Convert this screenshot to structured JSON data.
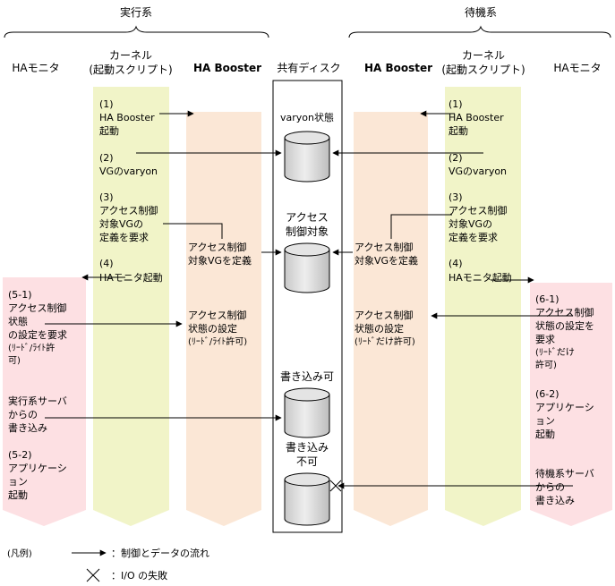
{
  "groups": {
    "left": "実行系",
    "right": "待機系"
  },
  "headers": {
    "ha_monitor_left": "HAモニタ",
    "kernel_left_1": "カーネル",
    "kernel_left_2": "(起動スクリプト)",
    "booster_left": "HA Booster",
    "shared_disk": "共有ディスク",
    "booster_right": "HA Booster",
    "kernel_right_1": "カーネル",
    "kernel_right_2": "(起動スクリプト)",
    "ha_monitor_right": "HAモニタ"
  },
  "left_kernel_steps": [
    [
      "(1)",
      "HA Booster",
      "起動"
    ],
    [
      "(2)",
      "VGのvaryon"
    ],
    [
      "(3)",
      "アクセス制御",
      "対象VGの",
      "定義を要求"
    ],
    [
      "(4)",
      "HAモニタ起動"
    ]
  ],
  "right_kernel_steps": [
    [
      "(1)",
      "HA Booster",
      "起動"
    ],
    [
      "(2)",
      "VGのvaryon"
    ],
    [
      "(3)",
      "アクセス制御",
      "対象VGの",
      "定義を要求"
    ],
    [
      "(4)",
      "HAモニタ起動"
    ]
  ],
  "left_booster": {
    "define": [
      "アクセス制御",
      "対象VGを定義"
    ],
    "setting": [
      "アクセス制御",
      "状態の設定",
      "(ﾘｰﾄﾞ/ﾗｲﾄ許可)"
    ]
  },
  "right_booster": {
    "define": [
      "アクセス制御",
      "対象VGを定義"
    ],
    "setting": [
      "アクセス制御",
      "状態の設定",
      "(ﾘｰﾄﾞだけ許可)"
    ]
  },
  "left_monitor": {
    "step_5_1": [
      "(5-1)",
      "アクセス制御",
      "状態",
      "の設定を要求",
      "(ﾘｰﾄﾞ/ﾗｲﾄ許",
      "可)"
    ],
    "write": [
      "実行系サーバ",
      "からの",
      "書き込み"
    ],
    "step_5_2": [
      "(5-2)",
      "アプリケーシ",
      "ョン",
      "起動"
    ]
  },
  "right_monitor": {
    "step_6_1": [
      "(6-1)",
      "アクセス制御",
      "状態の設定を",
      "要求",
      "(ﾘｰﾄﾞだけ",
      "許可)"
    ],
    "step_6_2": [
      "(6-2)",
      "アプリケーシ",
      "ョン",
      "起動"
    ],
    "write": [
      "待機系サーバ",
      "からの",
      "書き込み"
    ]
  },
  "disk_labels": {
    "varyon": "varyon状態",
    "access_1": "アクセス",
    "access_2": "制御対象",
    "writable": "書き込み可",
    "not_writable_1": "書き込み",
    "not_writable_2": "不可"
  },
  "legend": {
    "title": "(凡例)",
    "arrow": "：制御とデータの流れ",
    "cross": "：I/O の失敗"
  },
  "colors": {
    "kernel": "#f1f4c8",
    "booster": "#fbe7d6",
    "monitor": "#fde0e3",
    "disk_fill": "#dcdcdc"
  }
}
